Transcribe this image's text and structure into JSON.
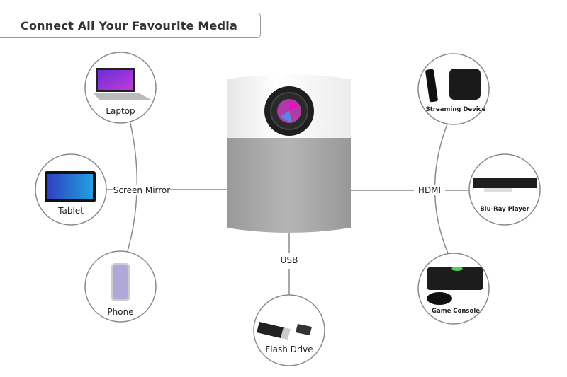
{
  "title": "Connect All Your Favourite Media",
  "connections": {
    "screen_mirror": "Screen Mirror",
    "hdmi": "HDMI",
    "usb": "USB"
  },
  "devices": [
    {
      "label": "Laptop",
      "icon": "laptop-icon"
    },
    {
      "label": "Tablet",
      "icon": "tablet-icon"
    },
    {
      "label": "Phone",
      "icon": "phone-icon"
    },
    {
      "label": "Flash Drive",
      "icon": "flash-drive-icon"
    },
    {
      "label": "Streaming Device",
      "icon": "streaming-device-icon"
    },
    {
      "label": "Blu-Ray Player",
      "icon": "blu-ray-player-icon"
    },
    {
      "label": "Game Console",
      "icon": "game-console-icon"
    }
  ],
  "colors": {
    "line": "#8a8a8a",
    "projector_body": "#ffffff",
    "projector_grille": "#a9a9a9"
  }
}
